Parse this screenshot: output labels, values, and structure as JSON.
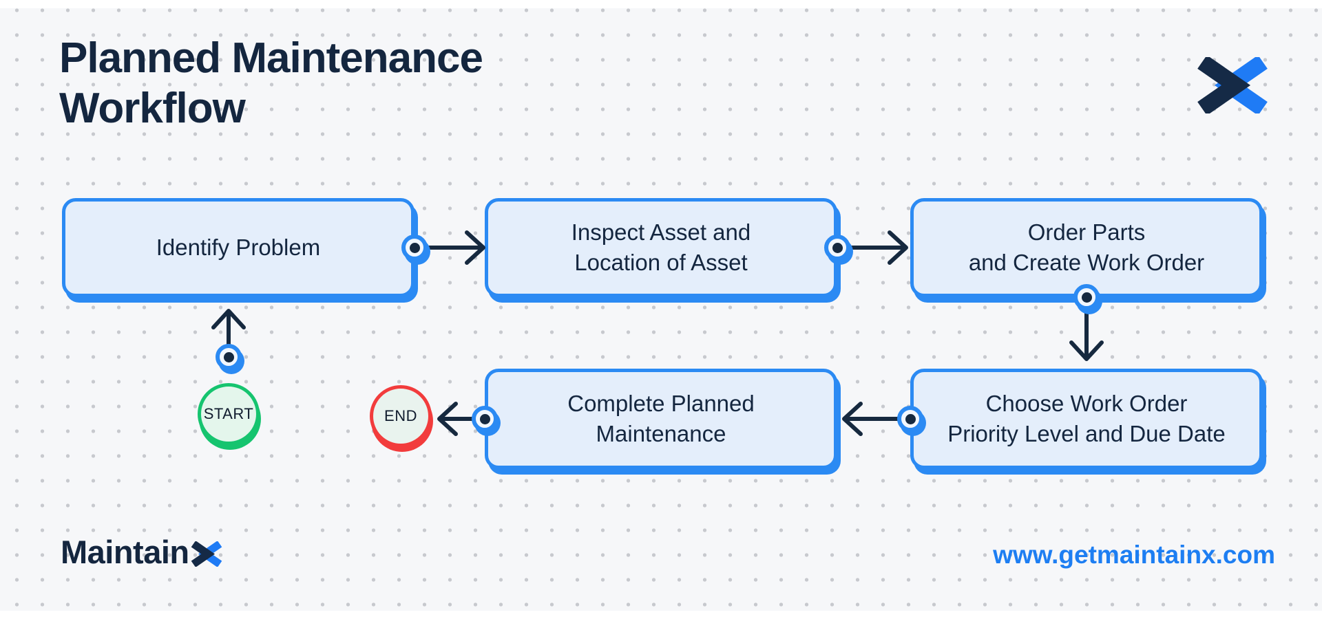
{
  "header": {
    "title_line1": "Planned Maintenance",
    "title_line2": "Workflow"
  },
  "flow": {
    "start_label": "START",
    "end_label": "END",
    "steps": [
      {
        "id": "identify-problem",
        "lines": [
          "Identify Problem",
          ""
        ]
      },
      {
        "id": "inspect-asset",
        "lines": [
          "Inspect Asset and",
          "Location of Asset"
        ]
      },
      {
        "id": "order-parts",
        "lines": [
          "Order Parts",
          "and Create Work Order"
        ]
      },
      {
        "id": "choose-priority",
        "lines": [
          "Choose Work Order",
          "Priority Level and Due Date"
        ]
      },
      {
        "id": "complete-maintenance",
        "lines": [
          "Complete Planned",
          "Maintenance"
        ]
      }
    ]
  },
  "footer": {
    "brand_text": "Maintain",
    "url": "www.getmaintainx.com"
  },
  "icons": {
    "brand_logo": "maintainx-x-logo",
    "arrows": [
      "arrow-right",
      "arrow-right",
      "arrow-down",
      "arrow-left",
      "arrow-left",
      "arrow-up"
    ]
  },
  "colors": {
    "background": "#f6f7f9",
    "dot_grid": "#c7c9ce",
    "navy": "#14263f",
    "accent_blue": "#2b8af3",
    "box_fill": "#e4eefb",
    "start_green": "#16c46f",
    "end_red": "#f23c3c",
    "url_blue": "#1d7ef2"
  }
}
